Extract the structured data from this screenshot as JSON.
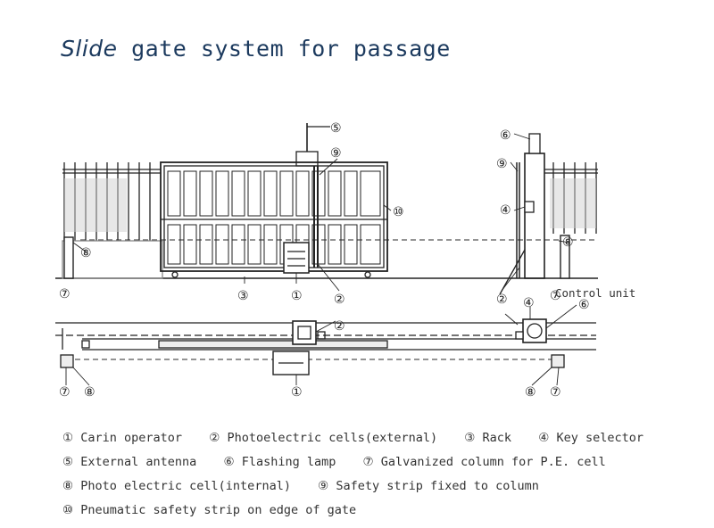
{
  "title": {
    "emphasis": "Slide",
    "rest": " gate system for passage"
  },
  "callouts": [
    "①",
    "②",
    "③",
    "④",
    "⑤",
    "⑥",
    "⑦",
    "⑧",
    "⑨",
    "⑩"
  ],
  "control_unit_label": "Control unit",
  "legend": [
    [
      {
        "num": "①",
        "text": "Carin operator"
      },
      {
        "num": "②",
        "text": "Photoelectric cells(external)"
      },
      {
        "num": "③",
        "text": "Rack"
      },
      {
        "num": "④",
        "text": "Key selector"
      }
    ],
    [
      {
        "num": "⑤",
        "text": "External antenna"
      },
      {
        "num": "⑥",
        "text": "Flashing lamp"
      },
      {
        "num": "⑦",
        "text": "Galvanized column for P.E. cell"
      }
    ],
    [
      {
        "num": "⑧",
        "text": "Photo electric cell(internal)"
      },
      {
        "num": "⑨",
        "text": "Safety strip fixed to column"
      }
    ],
    [
      {
        "num": "⑩",
        "text": "Pneumatic safety strip on edge of gate"
      }
    ]
  ]
}
